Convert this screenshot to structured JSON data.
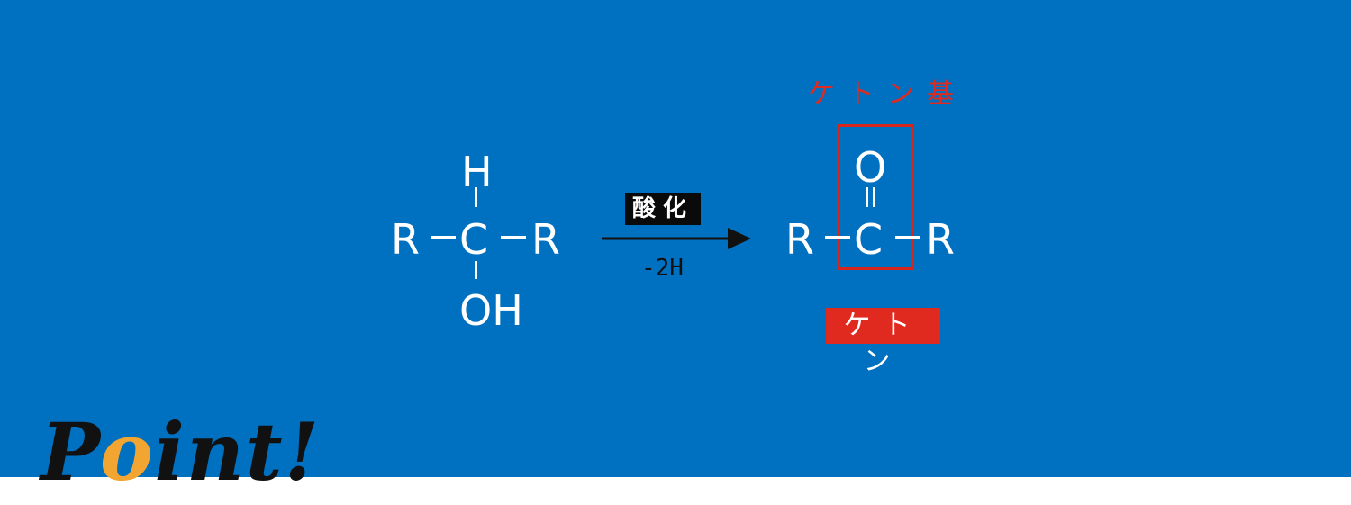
{
  "colors": {
    "background": "#0070c0",
    "bond": "#ffffff",
    "highlight": "#e02a1f",
    "logo_accent": "#f2a530"
  },
  "reactant": {
    "top": "H",
    "left": "R",
    "center": "C",
    "right": "R",
    "bottom": "OH"
  },
  "reaction": {
    "label": "酸化",
    "condition": "-2H"
  },
  "product": {
    "group_label": "ケトン基",
    "top": "O",
    "left": "R",
    "center": "C",
    "right": "R",
    "name": "ケトン"
  },
  "logo": {
    "before": "P",
    "accent": "o",
    "after": "int!"
  }
}
